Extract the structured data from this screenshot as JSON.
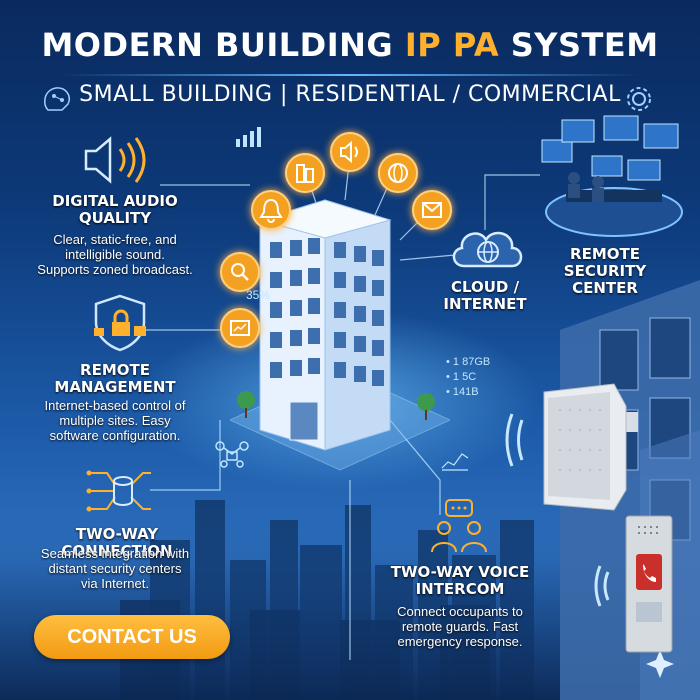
{
  "header": {
    "title_part1": "MODERN BUILDING ",
    "title_accent": "IP PA",
    "title_part2": " SYSTEM",
    "subtitle": "SMALL BUILDING | RESIDENTIAL / COMMERCIAL"
  },
  "features": {
    "audio": {
      "title_line1": "DIGITAL AUDIO",
      "title_line2": "QUALITY",
      "desc_line1": "Clear, static-free, and",
      "desc_line2": "intelligible sound.",
      "desc_line3": "Supports zoned broadcast."
    },
    "remote": {
      "title_line1": "REMOTE",
      "title_line2": "MANAGEMENT",
      "desc_line1": "Internet-based control of",
      "desc_line2": "multiple sites. Easy",
      "desc_line3": "software configuration."
    },
    "twoway": {
      "title": "TWO-WAY CONNECTION",
      "desc_line1": "Seamless integration with",
      "desc_line2": "distant security centers",
      "desc_line3": "via Internet."
    },
    "cloud": {
      "title_line1": "CLOUD /",
      "title_line2": "INTERNET"
    },
    "security": {
      "title_line1": "REMOTE SECURITY",
      "title_line2": "CENTER"
    },
    "intercom": {
      "title_line1": "TWO-WAY VOICE",
      "title_line2": "INTERCOM",
      "desc_line1": "Connect occupants to",
      "desc_line2": "remote guards. Fast",
      "desc_line3": "emergency response."
    }
  },
  "stats": {
    "percent": "35%",
    "stat1": "• 1 87GB",
    "stat2": "• 1 5C",
    "stat3": "• 141B"
  },
  "cta": {
    "label": "CONTACT US"
  },
  "colors": {
    "accent": "#ffb12e",
    "glow": "#5fb8ff",
    "bg_dark": "#0a2a5e"
  }
}
